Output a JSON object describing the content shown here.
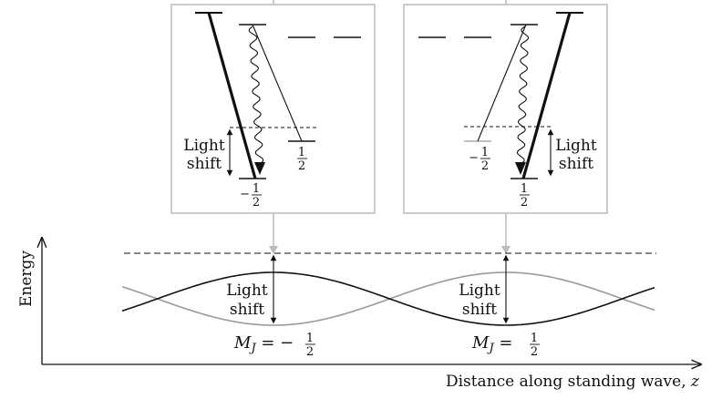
{
  "diagram": {
    "colors": {
      "ink": "#111111",
      "gray_curve": "#999999",
      "frame": "#aaaaaa",
      "connector": "#bbbbbb"
    },
    "left_panel": {
      "light_shift_line1": "Light",
      "light_shift_line2": "shift",
      "level_minus_label": {
        "sign": "−",
        "num": "1",
        "den": "2"
      },
      "level_plus_label": {
        "sign": "",
        "num": "1",
        "den": "2"
      }
    },
    "right_panel": {
      "light_shift_line1": "Light",
      "light_shift_line2": "shift",
      "level_minus_label": {
        "sign": "−",
        "num": "1",
        "den": "2"
      },
      "level_plus_label": {
        "sign": "",
        "num": "1",
        "den": "2"
      }
    },
    "bottom": {
      "y_axis_label": "Energy",
      "x_axis_label": "Distance along standing wave, ",
      "x_axis_var": "z",
      "left_shift_line1": "Light",
      "left_shift_line2": "shift",
      "right_shift_line1": "Light",
      "right_shift_line2": "shift",
      "left_state": {
        "prefix": "M",
        "sub": "J",
        "eq": " = −",
        "num": "1",
        "den": "2"
      },
      "right_state": {
        "prefix": "M",
        "sub": "J",
        "eq": " = ",
        "num": "1",
        "den": "2"
      }
    }
  }
}
